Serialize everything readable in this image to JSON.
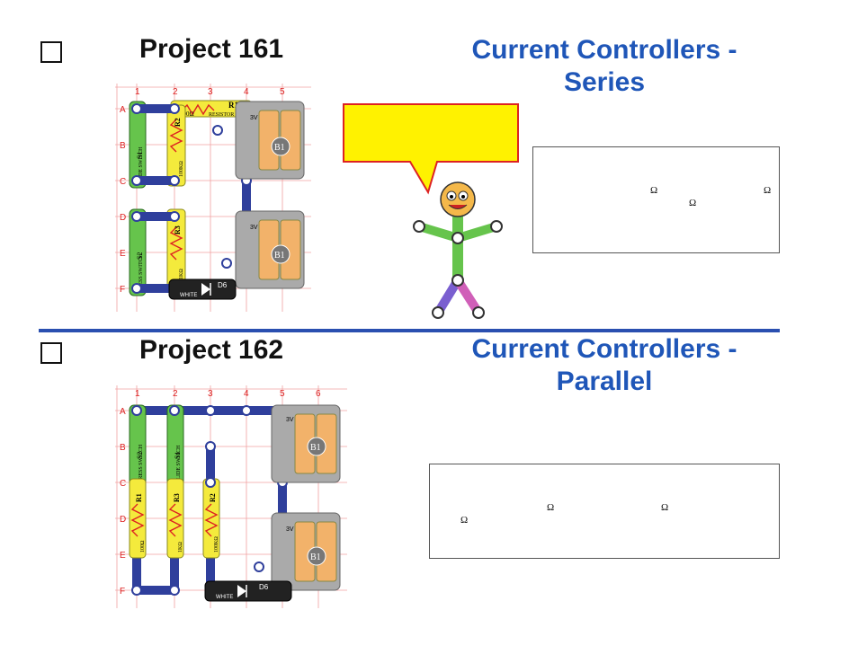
{
  "project161": {
    "title": "Project 161",
    "heading_line1": "Current Controllers -",
    "heading_line2": "Series",
    "ohms": [
      "Ω",
      "Ω",
      "Ω"
    ]
  },
  "project162": {
    "title": "Project 162",
    "heading_line1": "Current Controllers -",
    "heading_line2": "Parallel",
    "ohms": [
      "Ω",
      "Ω",
      "Ω"
    ]
  },
  "board1": {
    "cols": [
      "1",
      "2",
      "3",
      "4",
      "5"
    ],
    "rows": [
      "A",
      "B",
      "C",
      "D",
      "E",
      "F"
    ],
    "r1_label": "R1",
    "r1_value": "100Ω",
    "r1_type": "RESISTOR",
    "r2_label": "R2",
    "r2_value": "100KΩ",
    "r3_label": "R3",
    "r3_value": "1KΩ",
    "s1_label": "S1",
    "s1_type": "SLIDE SWITCH",
    "s2_label": "S2",
    "s2_type": "PRESS SWITCH",
    "b1_label": "B1",
    "bat_v": "3V",
    "d6_label": "D6",
    "d6_color": "WHITE"
  },
  "board2": {
    "cols": [
      "1",
      "2",
      "3",
      "4",
      "5",
      "6"
    ],
    "rows": [
      "A",
      "B",
      "C",
      "D",
      "E",
      "F"
    ],
    "r1_label": "R1",
    "r1_value": "100Ω",
    "r3_label": "R3",
    "r3_value": "1KΩ",
    "r2_label": "R2",
    "r2_value": "100KΩ",
    "s1_label": "S1",
    "s1_type": "SLIDE SWITCH",
    "s2_label": "S2",
    "s2_type": "PRESS SWITCH",
    "b1_label": "B1",
    "bat_v": "3V",
    "d6_label": "D6",
    "d6_color": "WHITE"
  },
  "colors": {
    "heading_blue": "#1f56b8",
    "rule_blue": "#2a4fb0",
    "wire_blue": "#2f3f9c",
    "resistor_yellow": "#f4ea3c",
    "switch_green": "#66c44c",
    "bubble_yellow": "#fff200"
  }
}
